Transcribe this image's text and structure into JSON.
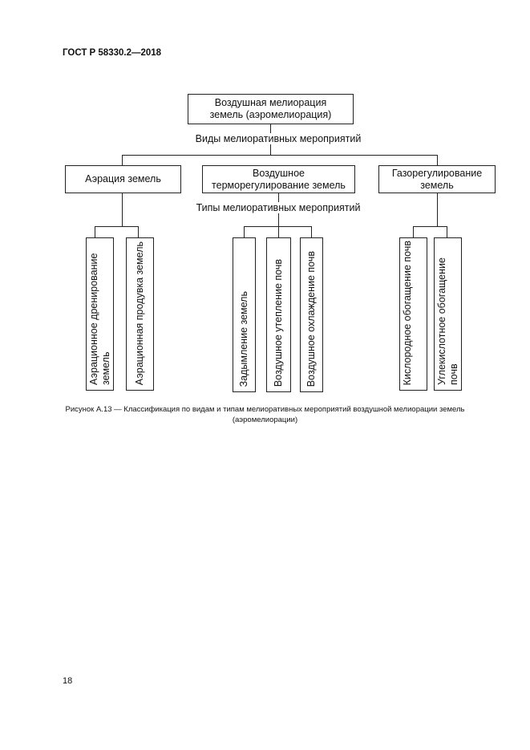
{
  "header": {
    "doc_id": "ГОСТ Р 58330.2—2018"
  },
  "diagram": {
    "root": "Воздушная мелиорация земель (аэромелиорация)",
    "level1_label": "Виды мелиоративных мероприятий",
    "level2_label": "Типы мелиоративных мероприятий",
    "kinds": [
      {
        "label": "Аэрация земель",
        "types": [
          "Аэрационное дренирование земель",
          "Аэрационная продувка земель"
        ]
      },
      {
        "label": "Воздушное терморегулирование земель",
        "types": [
          "Задымление земель",
          "Воздушное утепление почв",
          "Воздушное охлаждение почв"
        ]
      },
      {
        "label": "Газорегулирование земель",
        "types": [
          "Кислородное обогащение почв",
          "Углекислотное обогащение почв"
        ]
      }
    ]
  },
  "caption": {
    "line1": "Рисунок А.13 — Классификация по видам и типам мелиоративных мероприятий воздушной мелиорации земель",
    "line2": "(аэромелиорации)"
  },
  "footer": {
    "page_number": "18"
  }
}
